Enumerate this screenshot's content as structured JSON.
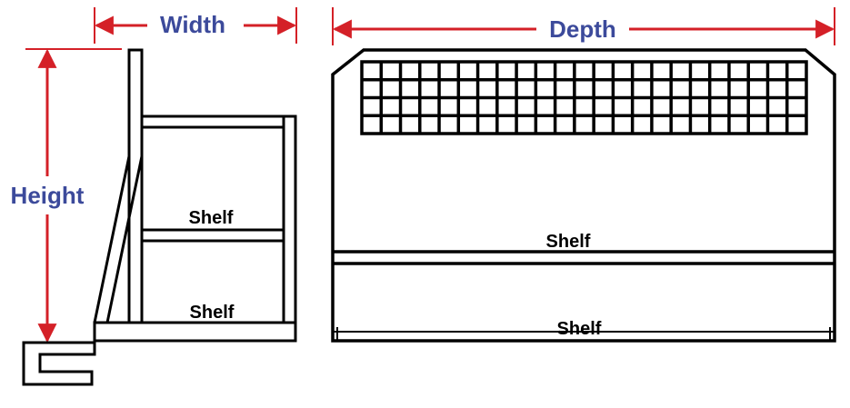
{
  "dimensions": {
    "width_label": "Width",
    "height_label": "Height",
    "depth_label": "Depth"
  },
  "side_view": {
    "shelf_labels": [
      "Shelf",
      "Shelf"
    ]
  },
  "front_view": {
    "shelf_labels": [
      "Shelf",
      "Shelf"
    ],
    "grid": {
      "columns": 23,
      "rows": 4
    }
  },
  "colors": {
    "dimension_line": "#d42027",
    "dimension_text": "#3c4a9b",
    "outline": "#000000",
    "background": "#ffffff"
  }
}
